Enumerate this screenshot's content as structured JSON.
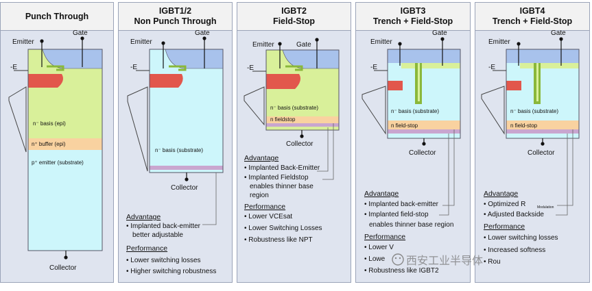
{
  "panels": [
    {
      "title1": "Punch Through",
      "title2": ""
    },
    {
      "title1": "IGBT1/2",
      "title2": "Non Punch Through"
    },
    {
      "title1": "IGBT2",
      "title2": "Field-Stop"
    },
    {
      "title1": "IGBT3",
      "title2": "Trench + Field-Stop"
    },
    {
      "title1": "IGBT4",
      "title2": "Trench + Field-Stop"
    }
  ],
  "labels": {
    "emitter": "Emitter",
    "gate": "Gate",
    "collector": "Collector",
    "e_field": "-E",
    "pt_basis": "n⁻ basis (epi)",
    "pt_buffer": "n⁺ buffer (epi)",
    "pt_emitter": "p⁺ emitter (substrate)",
    "substrate_basis": "n⁻ basis (substrate)",
    "field_stop": "n field-stop",
    "field_stop_short": "n fieldstop"
  },
  "igbt12": {
    "adv_head": "Advantage",
    "adv": [
      "• Implanted back-emitter",
      "better adjustable"
    ],
    "perf_head": "Performance",
    "perf": [
      "• Lower switching losses",
      "• Higher switching robustness"
    ]
  },
  "igbt2": {
    "adv_head": "Advantage",
    "adv": [
      "• Implanted Back-Emitter",
      "• Implanted Fieldstop",
      "enables thinner base",
      "region"
    ],
    "perf_head": "Performance",
    "perf": [
      "• Lower VCEsat",
      "• Lower Switching Losses",
      "• Robustness like NPT"
    ]
  },
  "igbt3": {
    "adv_head": "Advantage",
    "adv": [
      "• Implanted back-emitter",
      "• Implanted field-stop",
      "enables thinner base region"
    ],
    "perf_head": "Performance",
    "perf": [
      "• Lower V",
      "• Lowe",
      "• Robustness like IGBT2"
    ]
  },
  "igbt4": {
    "adv_head": "Advantage",
    "adv": [
      "• Optimized R",
      "• Adjusted Backside"
    ],
    "rsub": "Modulation",
    "perf_head": "Performance",
    "perf": [
      "• Lower switching losses",
      "• Increased softness",
      "• Rou"
    ]
  },
  "watermark": "西安工业半导体",
  "colors": {
    "green": "#d9f09a",
    "cyan": "#cdf6fb",
    "blue_gate": "#a8c2ec",
    "red": "#e2574c",
    "orange": "#f9d2a0",
    "purple": "#c9a6cf",
    "dark_green": "#8ab83a"
  }
}
